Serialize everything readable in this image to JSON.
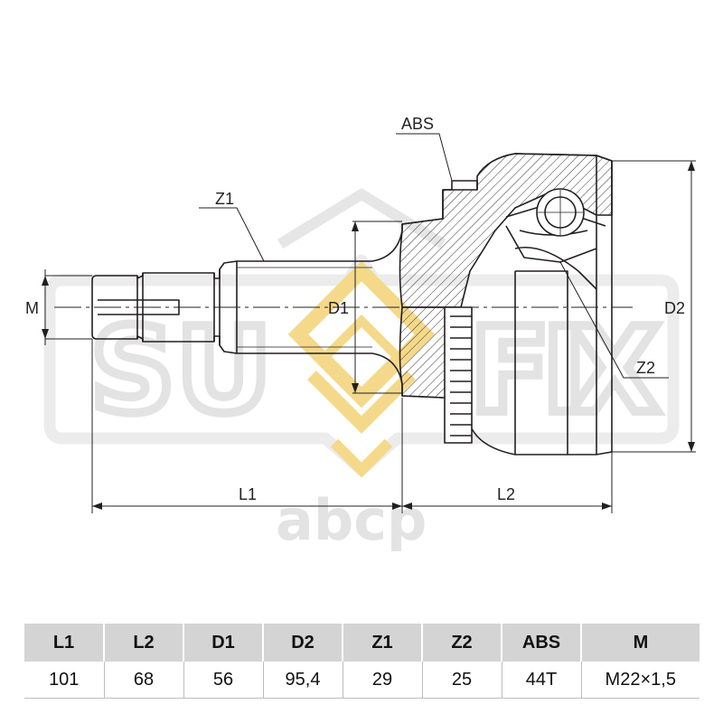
{
  "watermark": {
    "brand_letters": [
      "S",
      "U",
      "F",
      "I",
      "X"
    ],
    "logo_text": "abcp"
  },
  "diagram": {
    "labels": {
      "abs": "ABS",
      "z1": "Z1",
      "z2": "Z2",
      "m": "M",
      "d1": "D1",
      "d2": "D2",
      "l1": "L1",
      "l2": "L2"
    }
  },
  "specs": {
    "headers": [
      "L1",
      "L2",
      "D1",
      "D2",
      "Z1",
      "Z2",
      "ABS",
      "M"
    ],
    "values": [
      "101",
      "68",
      "56",
      "95,4",
      "29",
      "25",
      "44T",
      "M22×1,5"
    ]
  },
  "colors": {
    "line": "#231f20",
    "watermark_gray": "#e6e6e6",
    "watermark_gold": "#f7dc8f",
    "table_header": "#d4d4d4"
  }
}
